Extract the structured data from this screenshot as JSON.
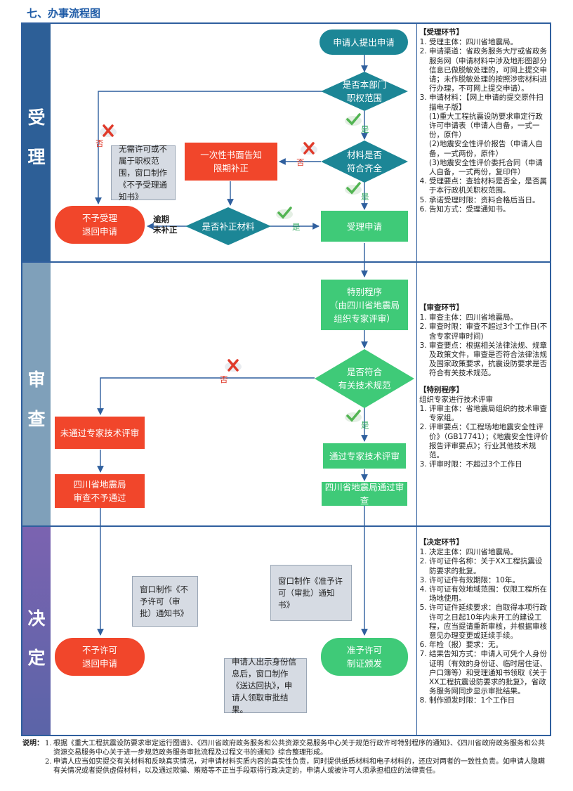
{
  "page_title": "七、办事流程图",
  "stages": {
    "accept": "受\n理",
    "review": "审\n查",
    "decide": "决\n定"
  },
  "nodes": {
    "apply": "申请人提出申请",
    "scope_check": "是否本部门\n职权范围",
    "complete_check": "材料是否\n符合齐全",
    "one_time_notice": "一次性书面告知\n限期补正",
    "out_of_scope_note": "无需许可或不属于职权范围，窗口制作《不予受理通知书》",
    "reject_accept": "不予受理\n退回申请",
    "supplement_check": "是否补正材料",
    "accept_apply": "受理申请",
    "special_procedure": "特别程序\n（由四川省地震局\n组织专家评审）",
    "meets_spec_check": "是否符合\n有关技术规范",
    "expert_fail": "未通过专家技术评审",
    "review_fail": "四川省地震局\n审查不予通过",
    "expert_pass": "通过专家技术评审",
    "review_pass": "四川省地震局通过审查",
    "deny_note": "窗口制作《不予许可（审批）通知书》",
    "grant_note": "窗口制作《准予许可（审批）通知书》",
    "deny_license": "不予许可\n退回申请",
    "grant_license": "准予许可\n制证颁发",
    "collect_note": "申请人出示身份信息后，窗口制作《送达回执》，申请人领取审批结果。"
  },
  "labels": {
    "yes": "是",
    "no": "否",
    "overdue": "逾期\n未补正"
  },
  "sidebar": {
    "accept_title": "【受理环节】",
    "accept_items": [
      "受理主体：四川省地震局。",
      "申请渠道：省政务服务大厅或省政务服务网（申请材料中涉及地形图部分信息已做脱敏处理的，可网上提交申请；未作脱敏处理的按照涉密材料进行办理，不可网上提交申请）。",
      "申请材料：【网上申请的提交原件扫描电子版】\n(1)重大工程抗震设防要求审定行政许可申请表（申请人自备，一式一份，原件）\n(2)地震安全性评价报告（申请人自备，一式两份，原件）\n(3)地震安全性评价委托合同（申请人自备，一式两份，复印件）",
      "受理要点：查验材料是否全，是否属于本行政机关职权范围。",
      "承诺受理时限：资料合格后当日。",
      "告知方式：受理通知书。"
    ],
    "review_title": "【审查环节】",
    "review_items": [
      "审查主体：四川省地震局。",
      "审查时限：审查不超过3个工作日(不含专家评审时间)",
      "审查要点：根据相关法律法规、规章及政策文件，审查是否符合法律法规及国家政策要求，抗震设防要求是否符合有关技术规范。"
    ],
    "special_title": "【特别程序】",
    "special_intro": "组织专家进行技术评审",
    "special_items": [
      "评审主体：省地震局组织的技术审查专家组。",
      "评审要点：《工程场地地震安全性评价》（GB17741）；《地震安全性评价报告评审要点》；行业其他技术规范。",
      "评审时限：不超过3个工作日"
    ],
    "decide_title": "【决定环节】",
    "decide_items": [
      "决定主体：四川省地震局。",
      "许可证件名称：关于XX工程抗震设防要求的批复。",
      "许可证件有效期限：10年。",
      "许可证有效地域范围：仅限工程所在场地使用。",
      "许可证件延续要求：自取得本项行政许可之日起10年内未开工的建设工程，应当提请重新审核，并根据审核意见办理变更或延续手续。",
      "年检（报）要求：无。",
      "结果告知方式：申请人可凭个人身份证明（有效的身份证、临时居住证、户口簿等）和受理通知书领取《关于XX工程抗震设防要求的批复》，省政务服务网同步显示审批结果。",
      "制作颁发时限：1个工作日"
    ]
  },
  "notes": {
    "label": "说明：",
    "items": [
      "根据《重大工程抗震设防要求审定运行图谱》、《四川省政府政务服务和公共资源交易服务中心关于规范行政许可特别程序的通知》、《四川省政府政务服务和公共资源交易服务中心关于进一步规范政务服务审批流程及过程文书的通知》综合整理形成。",
      "申请人应当如实提交有关材料和反映真实情况，对申请材料实质内容的真实性负责，同时提供纸质材料和电子材料的，还应对两者的一致性负责。如申请人隐瞒有关情况或者提供虚假材料，以及通过欺骗、贿赂等不正当手段取得行政决定的，申请人或被许可人须承担相应的法律责任。"
    ]
  },
  "colors": {
    "accept_band": "#2d5f97",
    "review_band": "#7fa0ba",
    "decide_band": "#6f5fa8",
    "red_box": "#f1462b",
    "green_box": "#3fca78",
    "teal_shape": "#1c8696",
    "line": "#2f5f9e"
  },
  "icons": [
    "check-icon",
    "cross-icon"
  ]
}
